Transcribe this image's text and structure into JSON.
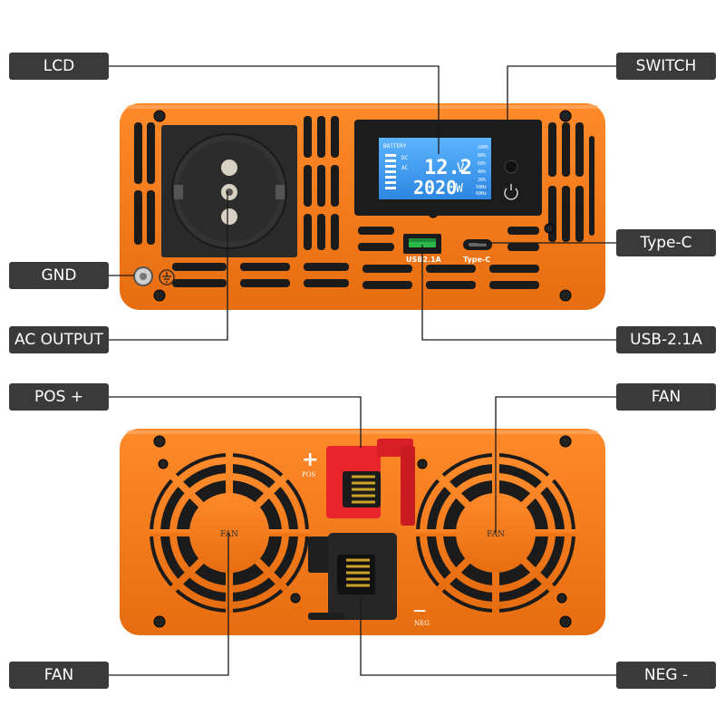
{
  "labels": {
    "lcd": "LCD",
    "switch": "SWITCH",
    "type_c": "Type-C",
    "gnd": "GND",
    "ac_output": "AC OUTPUT",
    "usb": "USB-2.1A",
    "pos": "POS +",
    "fan_top_right": "FAN",
    "fan_bottom_left": "FAN",
    "neg": "NEG -"
  },
  "front_panel": {
    "lcd": {
      "battery_text": "BATTERY",
      "dc_text": "DC",
      "ac_text": "AC",
      "voltage_value": "12.2",
      "voltage_unit": "V",
      "watt_value": "2020",
      "watt_unit": "W",
      "level_labels": [
        "100%",
        "80%",
        "60%",
        "40%",
        "20%",
        "50Hz",
        "60Hz"
      ]
    },
    "usb_port_label": "USB2.1A",
    "typec_port_label": "Type-C"
  },
  "back_panel": {
    "fan_left_text": "FAN",
    "fan_right_text": "FAN",
    "pos_symbol": "+",
    "pos_text": "POS",
    "neg_symbol": "—",
    "neg_text": "NEG"
  },
  "colors": {
    "body_orange": "#f07a1c",
    "vent_dark": "#1b1b1b",
    "label_bg": "#3a3a3a",
    "lcd_blue": "#3f9cf0",
    "terminal_red": "#e8242c",
    "terminal_black": "#262626"
  },
  "icons": [
    "ground-symbol-icon",
    "power-icon",
    "screw-icon"
  ]
}
